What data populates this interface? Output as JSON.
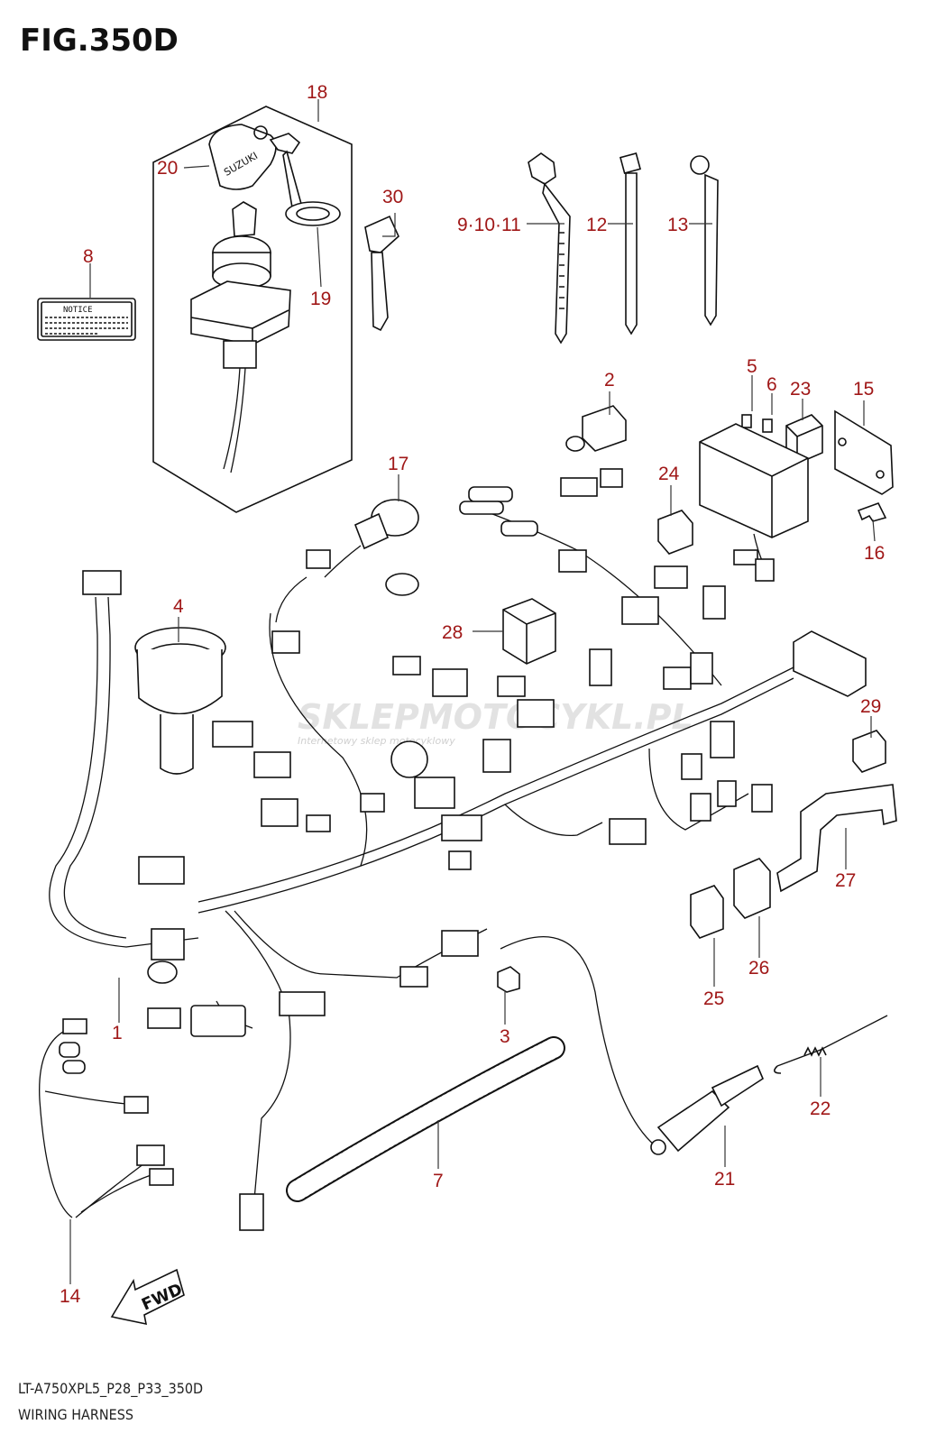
{
  "figure": {
    "title": "FIG.350D",
    "model_code": "LT-A750XPL5_P28_P33_350D",
    "caption": "WIRING HARNESS"
  },
  "label_decal": {
    "text": "NOTICE"
  },
  "key_brand": "SUZUKI",
  "direction_marker": {
    "text": "FWD"
  },
  "watermark": {
    "brand": "SKLEPMOTOCYKL.PL",
    "tagline": "Internetowy sklep motocyklowy"
  },
  "callouts": {
    "c1": "1",
    "c2": "2",
    "c3": "3",
    "c4": "4",
    "c5": "5",
    "c6": "6",
    "c7": "7",
    "c8": "8",
    "c9_11": "9·10·11",
    "c12": "12",
    "c13": "13",
    "c14": "14",
    "c15": "15",
    "c16": "16",
    "c17": "17",
    "c18": "18",
    "c19": "19",
    "c20": "20",
    "c21": "21",
    "c22": "22",
    "c23": "23",
    "c24": "24",
    "c25": "25",
    "c26": "26",
    "c27": "27",
    "c28": "28",
    "c29": "29",
    "c30": "30"
  },
  "colors": {
    "callout": "#a01818",
    "line": "#111111",
    "watermark": "#cccccc"
  }
}
